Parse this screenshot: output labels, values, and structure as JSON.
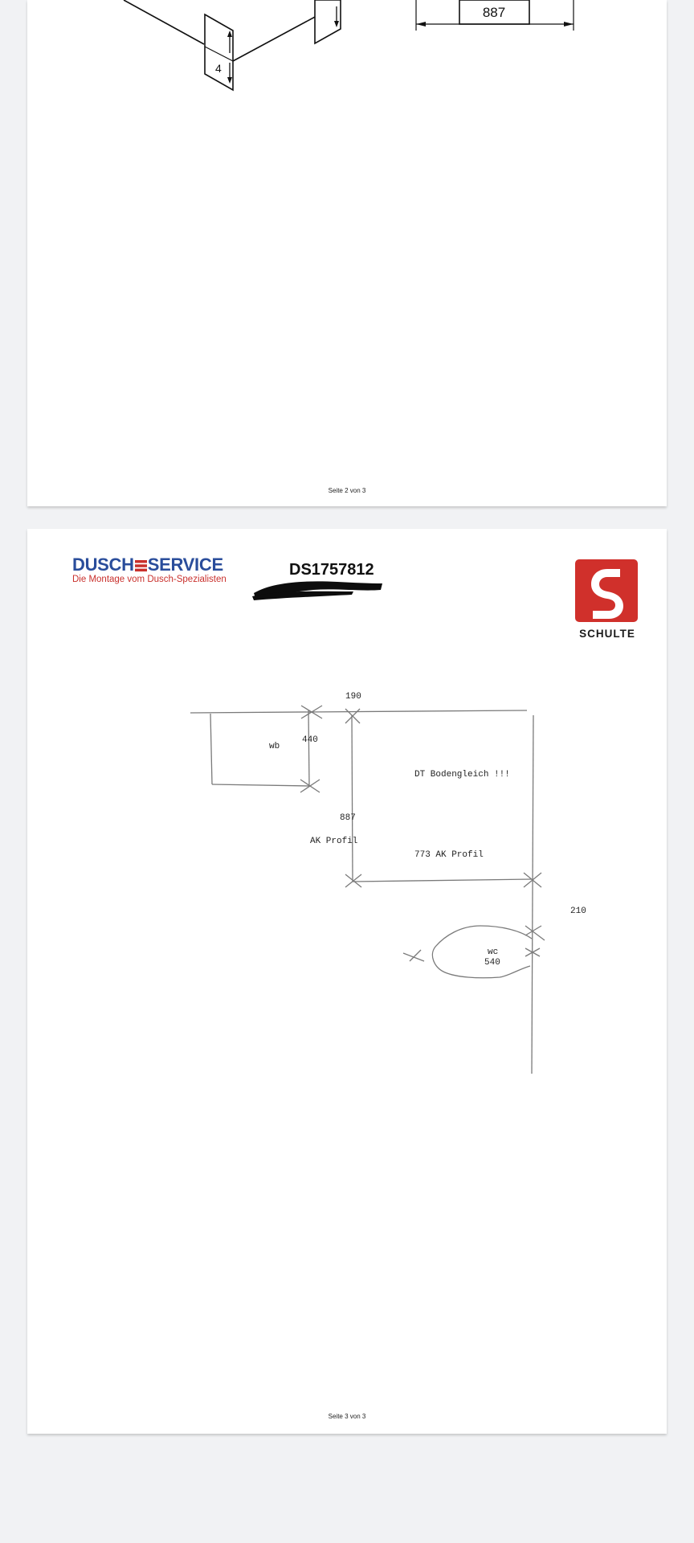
{
  "page2": {
    "drawing": {
      "panel_label": "4",
      "dimension": "887"
    },
    "footer": "Seite 2 von 3"
  },
  "page3": {
    "brand": {
      "name_left": "DUSCH",
      "name_right": "SERVICE",
      "tagline": "Die Montage vom Dusch-Spezialisten"
    },
    "order_number": "DS1757812",
    "logo": {
      "text": "SCHULTE",
      "color": "#d0302b"
    },
    "sketch": {
      "labels": {
        "dim_190": "190",
        "dim_440": "440",
        "wb": "wb",
        "dim_887": "887",
        "ak_profil": "AK Profil",
        "dt_bodengleich": "DT Bodengleich !!!",
        "ak_profil_773": "773 AK Profil",
        "dim_210": "210",
        "wc": "wc",
        "dim_540": "540"
      }
    },
    "footer": "Seite 3 von 3"
  },
  "colors": {
    "brand_blue": "#2a4d9b",
    "brand_red": "#c9302c",
    "background": "#f1f2f4"
  }
}
